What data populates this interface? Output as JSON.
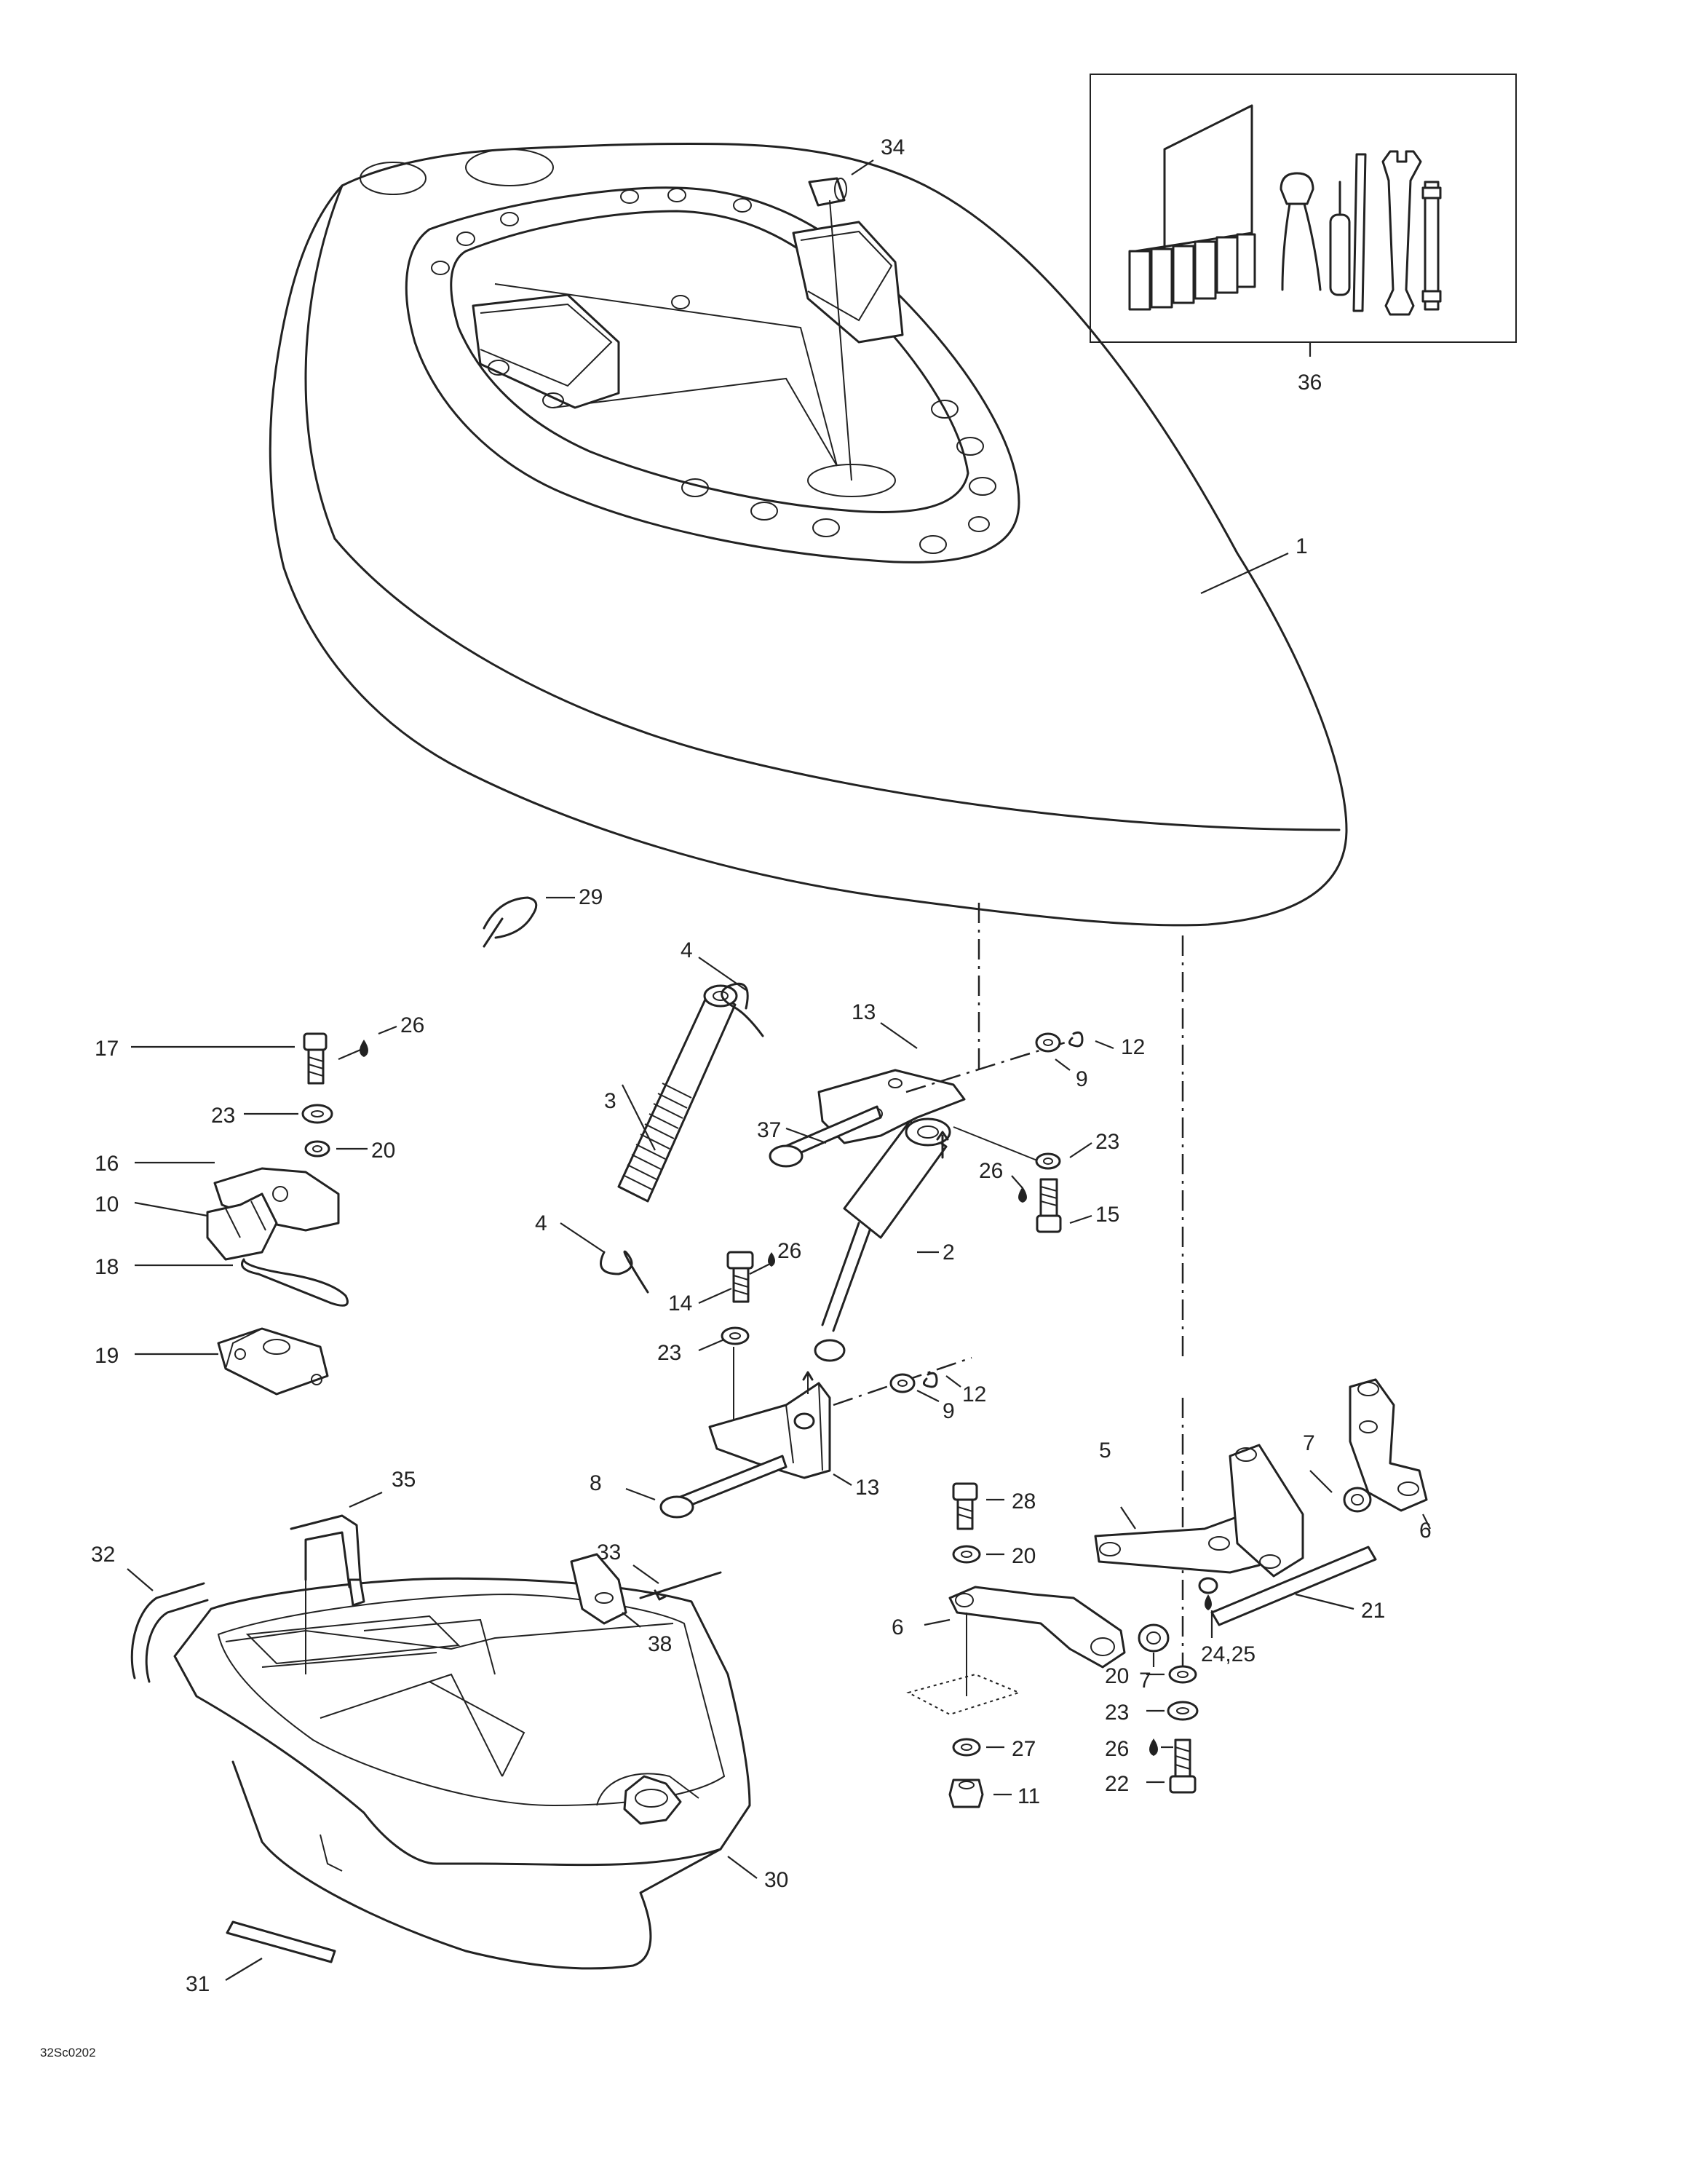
{
  "diagram": {
    "drawing_code": "32Sc0202",
    "callouts": {
      "c1": "1",
      "c2": "2",
      "c3": "3",
      "c4a": "4",
      "c4b": "4",
      "c5": "5",
      "c6a": "6",
      "c6b": "6",
      "c7a": "7",
      "c7b": "7",
      "c8": "8",
      "c9a": "9",
      "c9b": "9",
      "c10": "10",
      "c11": "11",
      "c12a": "12",
      "c12b": "12",
      "c13a": "13",
      "c13b": "13",
      "c14": "14",
      "c15": "15",
      "c16": "16",
      "c17": "17",
      "c18": "18",
      "c19": "19",
      "c20a": "20",
      "c20b": "20",
      "c20c": "20",
      "c21": "21",
      "c22": "22",
      "c23a": "23",
      "c23b": "23",
      "c23c": "23",
      "c23d": "23",
      "c2425": "24,25",
      "c26a": "26",
      "c26b": "26",
      "c26c": "26",
      "c26d": "26",
      "c27": "27",
      "c28": "28",
      "c29": "29",
      "c30": "30",
      "c31": "31",
      "c32": "32",
      "c33": "33",
      "c34": "34",
      "c35": "35",
      "c36": "36",
      "c37": "37",
      "c38": "38"
    }
  }
}
